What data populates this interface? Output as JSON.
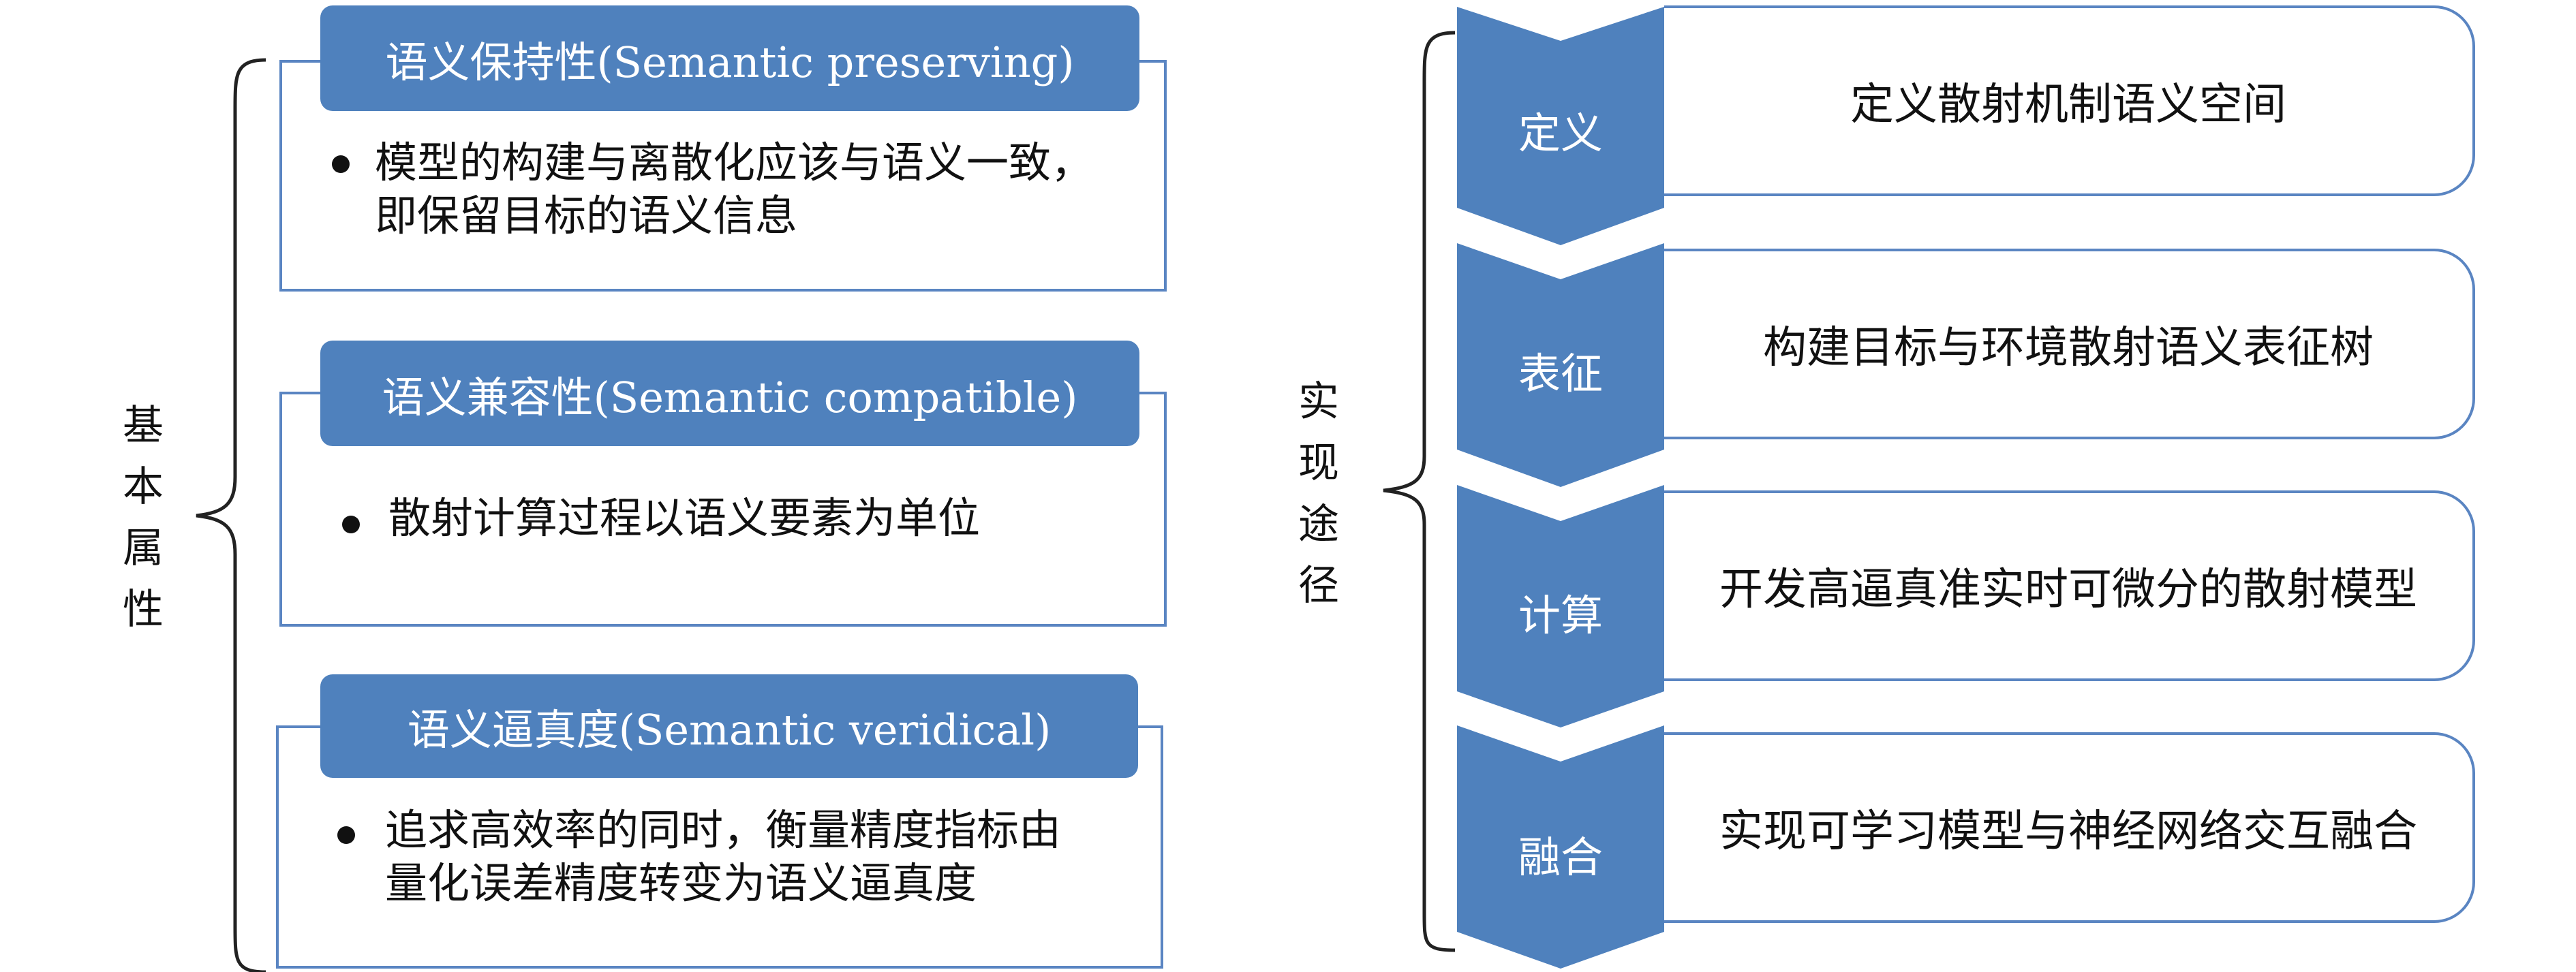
{
  "left_group_label": [
    "基",
    "本",
    "属",
    "性"
  ],
  "properties": [
    {
      "title": "语义保持性(Semantic preserving)",
      "lines": [
        "模型的构建与离散化应该与语义一致，",
        "即保留目标的语义信息"
      ]
    },
    {
      "title": "语义兼容性(Semantic compatible)",
      "lines": [
        "散射计算过程以语义要素为单位"
      ]
    },
    {
      "title": "语义逼真度(Semantic veridical)",
      "lines": [
        "追求高效率的同时，衡量精度指标由",
        "量化误差精度转变为语义逼真度"
      ]
    }
  ],
  "right_group_label": [
    "实",
    "现",
    "途",
    "径"
  ],
  "steps": [
    {
      "label": "定义",
      "text": "定义散射机制语义空间"
    },
    {
      "label": "表征",
      "text": "构建目标与环境散射语义表征树"
    },
    {
      "label": "计算",
      "text": "开发高逼真准实时可微分的散射模型"
    },
    {
      "label": "融合",
      "text": "实现可学习模型与神经网络交互融合"
    }
  ],
  "colors": {
    "accent": "#4f81bd",
    "border": "#5a85c2",
    "text": "#111111",
    "background": "#ffffff"
  }
}
